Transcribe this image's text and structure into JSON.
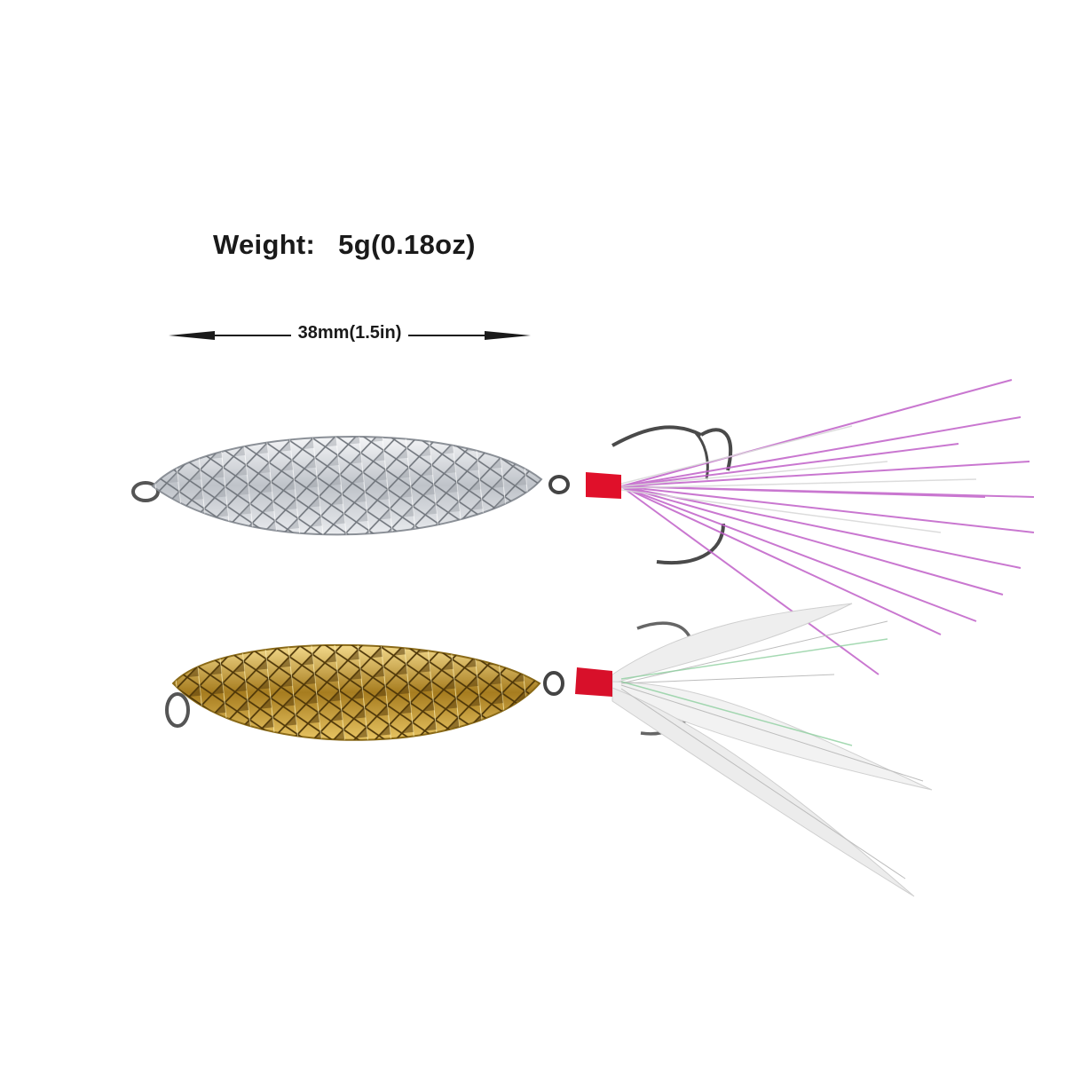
{
  "spec": {
    "weight_label": "Weight:",
    "weight_value": "5g(0.18oz)",
    "length_label": "38mm(1.5in)"
  },
  "colors": {
    "silver_spoon": "#d8dbe0",
    "gold_spoon": "#c9a23a",
    "purple_flash": "#c060c8",
    "thread_red": "#e0102a",
    "hook_gray": "#4a4a4a",
    "feather_white": "#f2f2f2"
  },
  "objects": [
    {
      "name": "silver-spoon-lure",
      "finish": "silver"
    },
    {
      "name": "gold-spoon-lure",
      "finish": "gold"
    }
  ]
}
